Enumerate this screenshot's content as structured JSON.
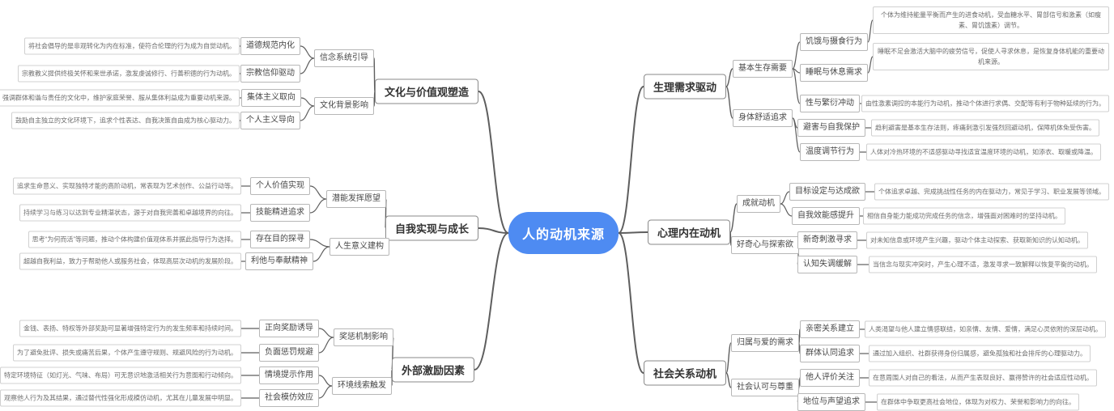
{
  "title": "人的动机来源",
  "colors": {
    "center_bg": "#4e8bf2",
    "center_text": "#ffffff",
    "connector": "#5e5e5e",
    "node_border": "#b7b7b7",
    "branch_border": "#8a8a8a"
  },
  "branches": [
    {
      "label": "生理需求驱动",
      "groups": [
        {
          "label": "基本生存需要",
          "items": [
            {
              "label": "饥饿与摄食行为",
              "detail": "个体为维持能量平衡而产生的进食动机，受血糖水平、胃部信号和激素（如瘦素、胃饥饿素）调节。"
            },
            {
              "label": "睡眠与休息需求",
              "detail": "睡眠不足会激活大脑中的疲劳信号，促使人寻求休息，是恢复身体机能的重要动机来源。"
            },
            {
              "label": "性与繁衍冲动",
              "detail": "由性激素调控的本能行为动机，推动个体进行求偶、交配等有利于物种延续的行为。"
            }
          ]
        },
        {
          "label": "身体舒适追求",
          "items": [
            {
              "label": "避害与自我保护",
              "detail": "趋利避害是基本生存法则，疼痛刺激引发强烈回避动机，保障机体免受伤害。"
            },
            {
              "label": "温度调节行为",
              "detail": "人体对冷热环境的不适感驱动寻找适宜温度环境的动机，如添衣、取暖或降温。"
            }
          ]
        }
      ]
    },
    {
      "label": "心理内在动机",
      "groups": [
        {
          "label": "成就动机",
          "items": [
            {
              "label": "目标设定与达成欲",
              "detail": "个体追求卓越、完成挑战性任务的内在驱动力，常见于学习、职业发展等领域。"
            },
            {
              "label": "自我效能感提升",
              "detail": "相信自身能力能成功完成任务的信念，增强面对困难时的坚持动机。"
            }
          ]
        },
        {
          "label": "好奇心与探索欲",
          "items": [
            {
              "label": "新奇刺激寻求",
              "detail": "对未知信息或环境产生兴趣，驱动个体主动探索、获取新知识的认知动机。"
            },
            {
              "label": "认知失调缓解",
              "detail": "当信念与现实冲突时，产生心理不适，激发寻求一致解释以恢复平衡的动机。"
            }
          ]
        }
      ]
    },
    {
      "label": "社会关系动机",
      "groups": [
        {
          "label": "归属与爱的需求",
          "items": [
            {
              "label": "亲密关系建立",
              "detail": "人类渴望与他人建立情感联结，如亲情、友情、爱情，满足心灵依附的深层动机。"
            },
            {
              "label": "群体认同追求",
              "detail": "通过加入组织、社群获得身份归属感，避免孤独和社会排斥的心理驱动力。"
            }
          ]
        },
        {
          "label": "社会认可与尊重",
          "items": [
            {
              "label": "他人评价关注",
              "detail": "在意周围人对自己的看法，从而产生表现良好、赢得赞许的社会适应性动机。"
            },
            {
              "label": "地位与声望追求",
              "detail": "在群体中争取更高社会地位，体现为对权力、荣誉和影响力的向往。"
            }
          ]
        }
      ]
    },
    {
      "label": "文化与价值观塑造",
      "groups": [
        {
          "label": "信念系统引导",
          "items": [
            {
              "label": "道德规范内化",
              "detail": "将社会倡导的是非观转化为内在标准，使符合伦理的行为成为自觉动机。"
            },
            {
              "label": "宗教信仰驱动",
              "detail": "宗教教义提供终极关怀和来世承诺，激发虔诚修行、行善积德的行为动机。"
            }
          ]
        },
        {
          "label": "文化背景影响",
          "items": [
            {
              "label": "集体主义取向",
              "detail": "强调群体和谐与责任的文化中，维护家庭荣誉、服从集体利益成为重要动机来源。"
            },
            {
              "label": "个人主义导向",
              "detail": "鼓励自主独立的文化环境下，追求个性表达、自我决策自由成为核心驱动力。"
            }
          ]
        }
      ]
    },
    {
      "label": "自我实现与成长",
      "groups": [
        {
          "label": "潜能发挥愿望",
          "items": [
            {
              "label": "个人价值实现",
              "detail": "追求生命意义、实现独特才能的高阶动机，常表现为艺术创作、公益行动等。"
            },
            {
              "label": "技能精进追求",
              "detail": "持续学习与练习以达到专业精湛状态，源于对自我完善和卓越境界的向往。"
            }
          ]
        },
        {
          "label": "人生意义建构",
          "items": [
            {
              "label": "存在目的探寻",
              "detail": "思考“为何而活”等问题，推动个体构建价值观体系并据此指导行为选择。"
            },
            {
              "label": "利他与奉献精神",
              "detail": "超越自我利益，致力于帮助他人或服务社会，体现高层次动机的发展阶段。"
            }
          ]
        }
      ]
    },
    {
      "label": "外部激励因素",
      "groups": [
        {
          "label": "奖惩机制影响",
          "items": [
            {
              "label": "正向奖励诱导",
              "detail": "金钱、表扬、特权等外部奖励可显著增强特定行为的发生频率和持续时间。"
            },
            {
              "label": "负面惩罚规避",
              "detail": "为了避免批评、损失或痛苦后果，个体产生遵守规则、规避风险的行为动机。"
            }
          ]
        },
        {
          "label": "环境线索触发",
          "items": [
            {
              "label": "情境提示作用",
              "detail": "特定环境特征（如灯光、气味、布局）可无意识地激活相关行为意图和行动倾向。"
            },
            {
              "label": "社会模仿效应",
              "detail": "观察他人行为及其结果，通过替代性强化形成模仿动机，尤其在儿童发展中明显。"
            }
          ]
        }
      ]
    }
  ]
}
